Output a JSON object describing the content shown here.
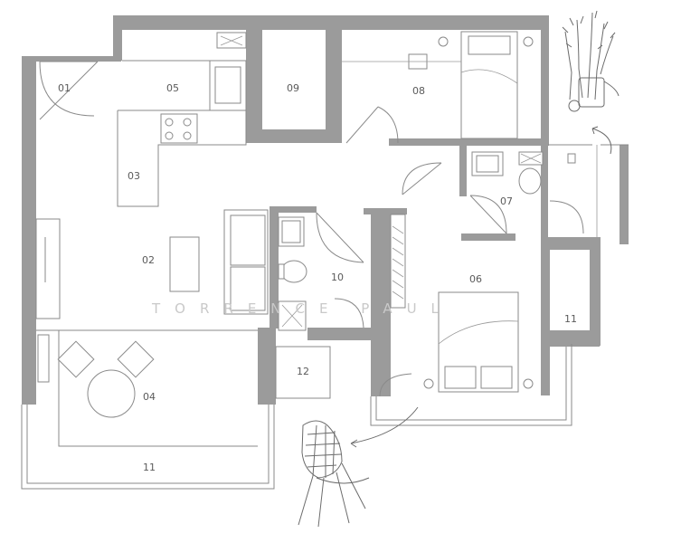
{
  "rooms": {
    "r01": "01",
    "r02": "02",
    "r03": "03",
    "r04": "04",
    "r05": "05",
    "r06": "06",
    "r07": "07",
    "r08": "08",
    "r09": "09",
    "r10": "10",
    "r11_balcony": "11",
    "r11_side": "11",
    "r12": "12"
  },
  "watermark": "TORRENCE PAUL",
  "colors": {
    "wall": "#9b9b9b",
    "line": "#8a8a8a",
    "label": "#5a5a5a",
    "watermark": "#c9c9c9"
  },
  "icons": [
    "lavender-plant-icon",
    "lounge-chair-icon",
    "arrow-curve-icon"
  ]
}
